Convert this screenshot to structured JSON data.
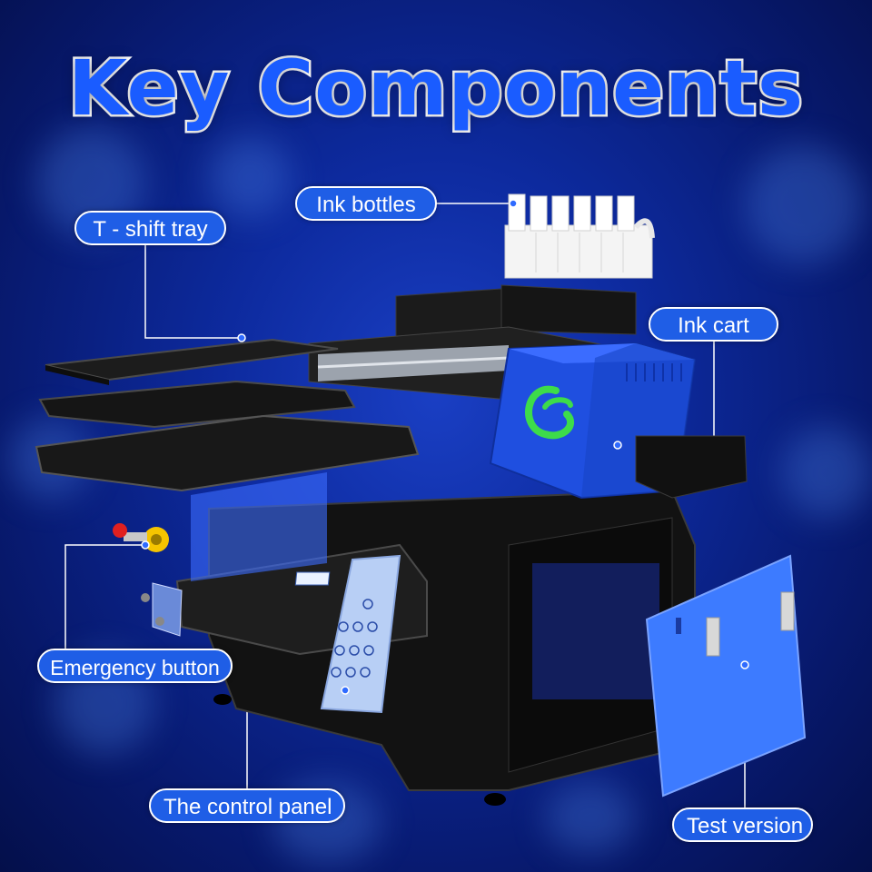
{
  "title": "Key Components",
  "labels": {
    "ink_bottles": "Ink bottles",
    "tshift_tray": "T - shift tray",
    "ink_cart": "Ink cart",
    "emergency_button": "Emergency button",
    "control_panel": "The control panel",
    "test_version": "Test version"
  },
  "colors": {
    "background": "#0d2a9e",
    "label_fill": "#1f5ee6",
    "title_fill": "#1a5cff",
    "ink_cart_body": "#1f4fe0",
    "logo_green": "#3ddc4a",
    "emergency_red": "#e02020",
    "emergency_yellow": "#f5c400"
  },
  "icons": [
    "printer-logo-icon",
    "emergency-stop-icon"
  ]
}
